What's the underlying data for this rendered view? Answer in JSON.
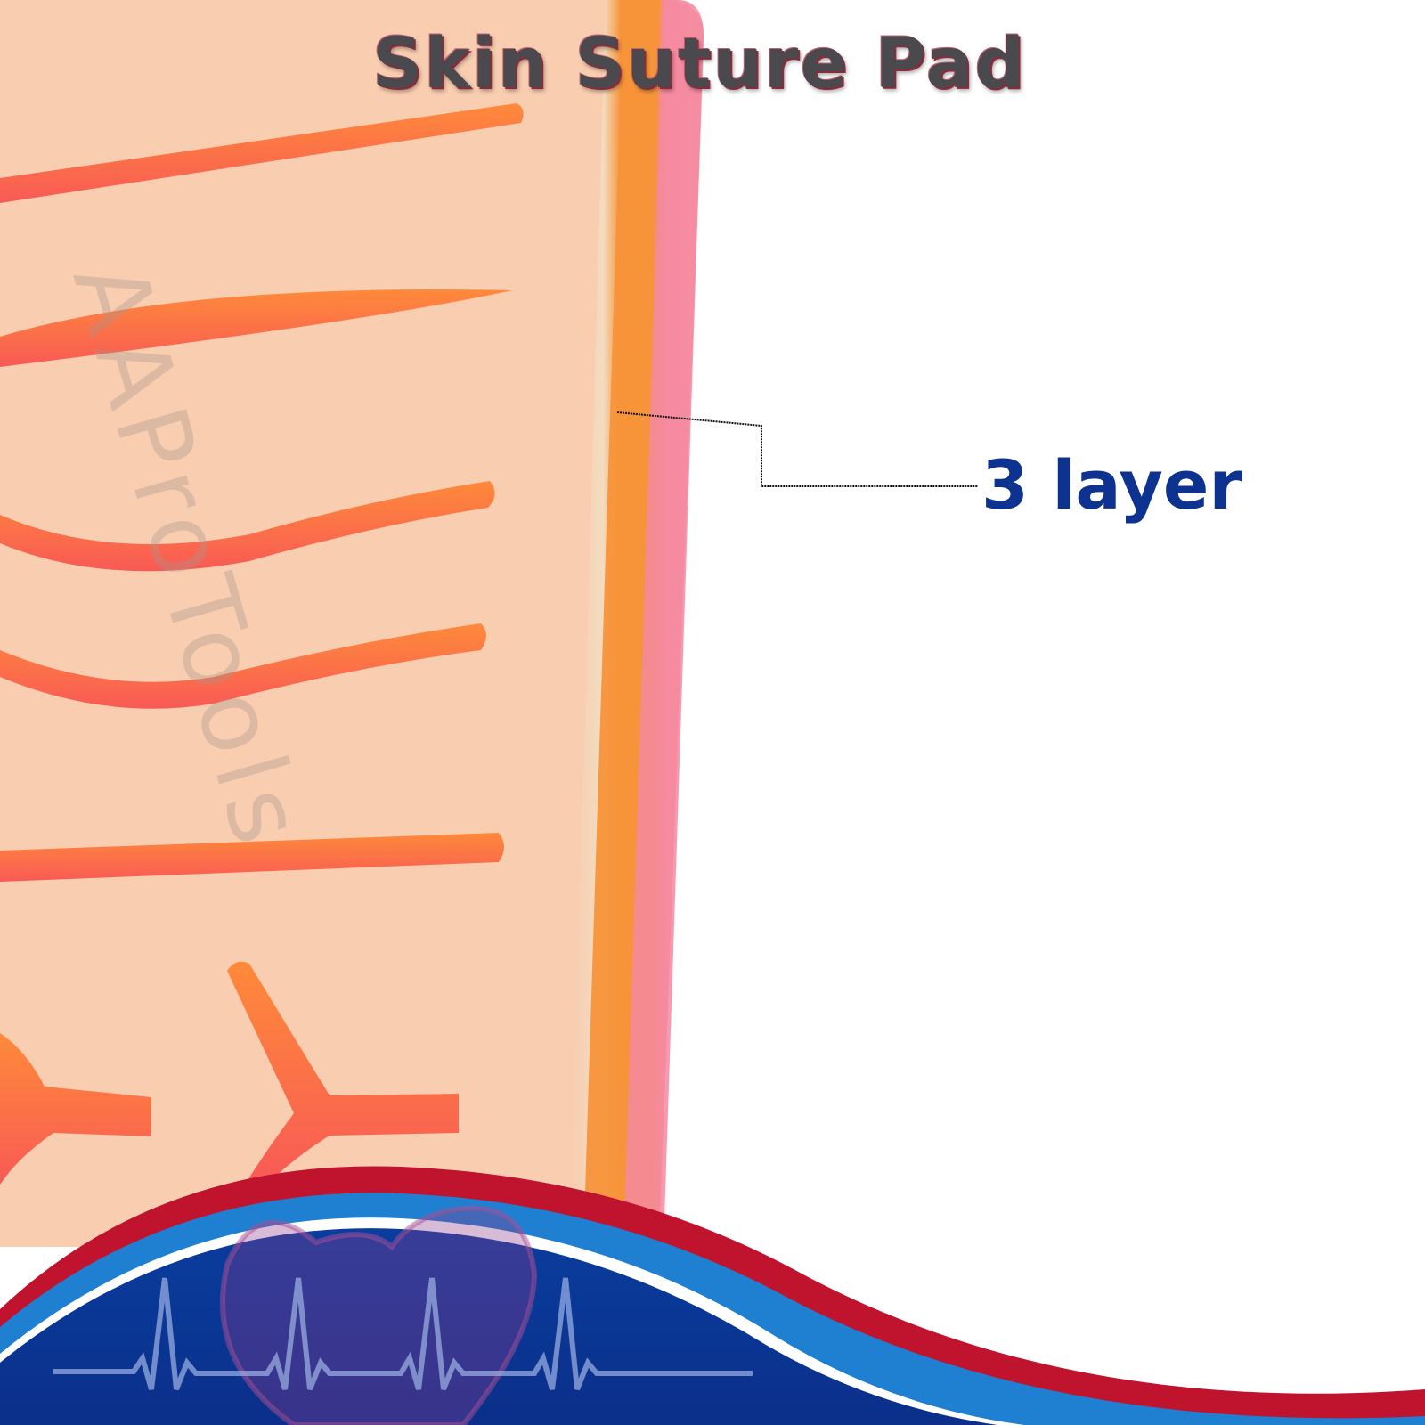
{
  "title": "Skin Suture Pad",
  "callout": {
    "label": "3 layer"
  },
  "watermark": "AAProTools",
  "colors": {
    "skin": "#f8cdb0",
    "incision": "#ff6a3a",
    "layer_orange": "#f7933a",
    "layer_pink": "#f48aa0",
    "title_text": "#4a4a4e",
    "callout_text": "#0d3290",
    "wave_red": "#c0142e",
    "wave_light_blue": "#1f7fd0",
    "wave_dark_blue": "#0b3a9c",
    "background": "#ffffff"
  },
  "icons": [
    "heart-icon",
    "heartbeat-line-icon"
  ]
}
